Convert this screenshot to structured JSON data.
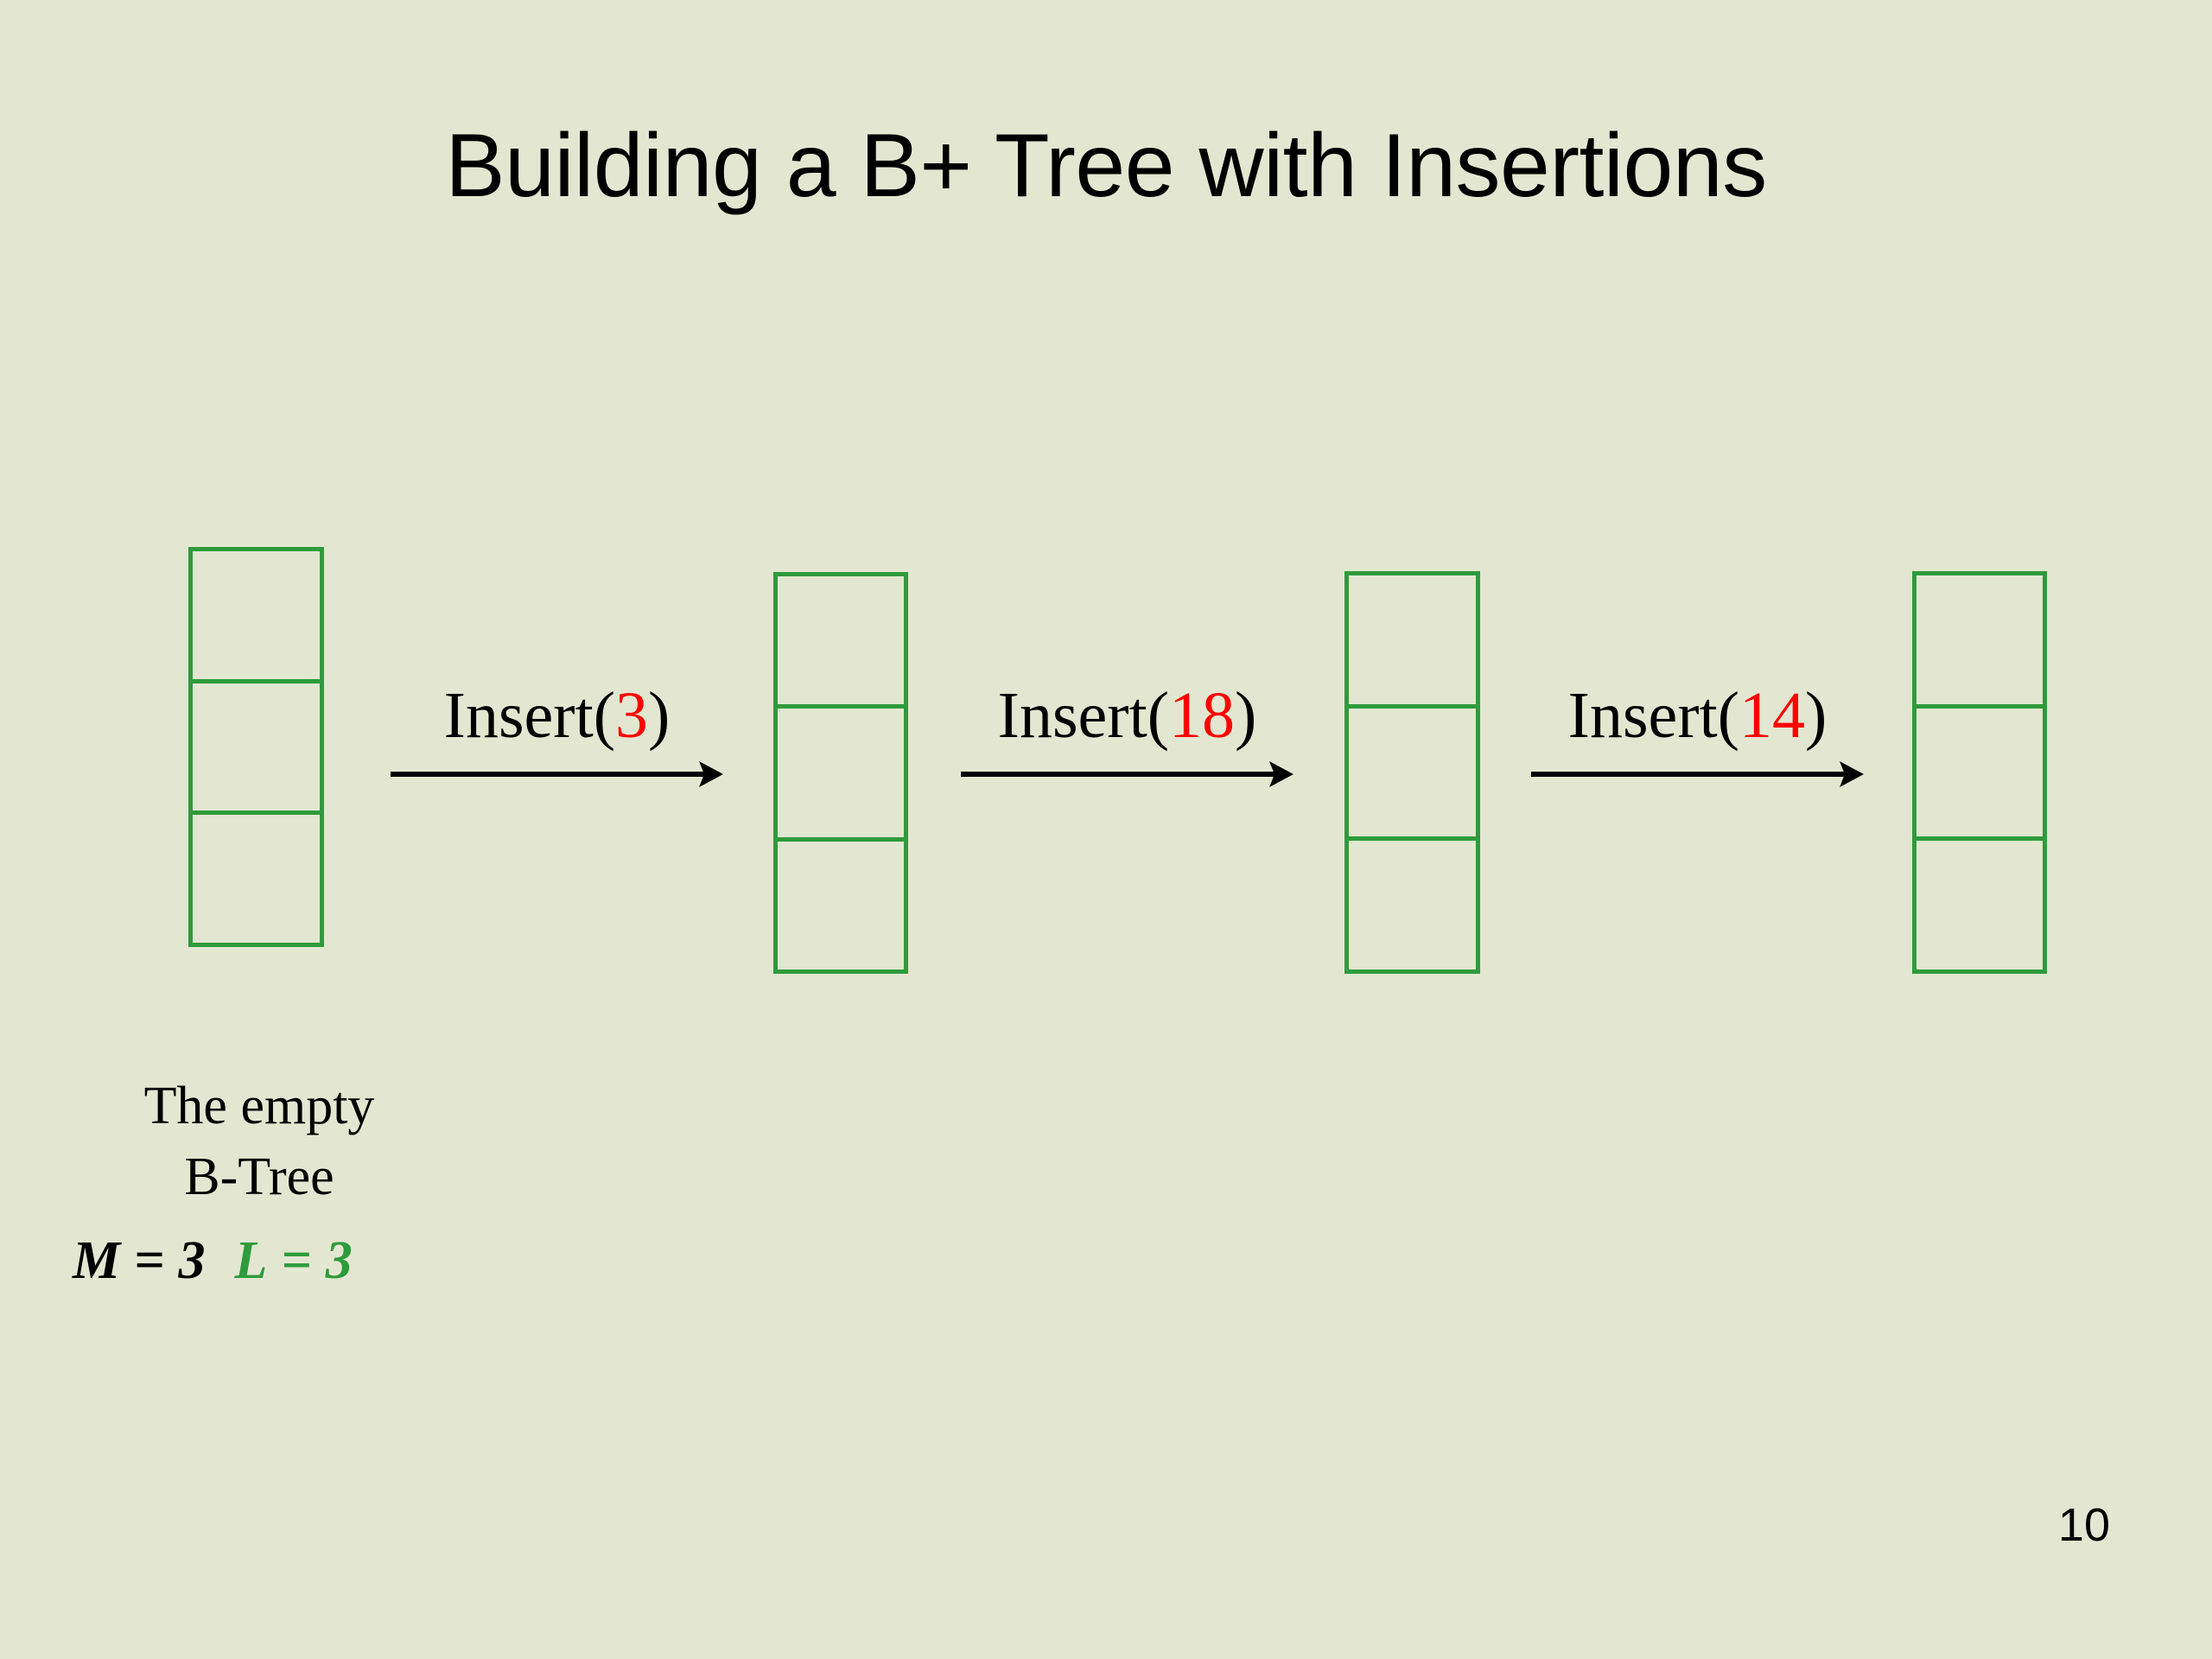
{
  "slide": {
    "title": "Building a B+ Tree with Insertions",
    "page_number": "10",
    "background_color": "#e3e7d1",
    "node_border_color": "#2e9b3c",
    "accent_red": "#ff0000"
  },
  "caption": {
    "line1": "The empty",
    "line2": "B-Tree"
  },
  "params": {
    "m_label": "M",
    "m_equals": "=",
    "m_value": "3",
    "l_label": "L",
    "l_equals": "=",
    "l_value": "3"
  },
  "nodes": [
    {
      "id": "node-0",
      "name": "empty-btree-node",
      "cells": [
        "",
        "",
        ""
      ]
    },
    {
      "id": "node-1",
      "name": "btree-node-after-insert-3",
      "cells": [
        "",
        "",
        ""
      ]
    },
    {
      "id": "node-2",
      "name": "btree-node-after-insert-18",
      "cells": [
        "",
        "",
        ""
      ]
    },
    {
      "id": "node-3",
      "name": "btree-node-after-insert-14",
      "cells": [
        "",
        "",
        ""
      ]
    }
  ],
  "transitions": [
    {
      "id": "trans-0",
      "op": "Insert(",
      "arg": "3",
      "close": ")"
    },
    {
      "id": "trans-1",
      "op": "Insert(",
      "arg": "18",
      "close": ")"
    },
    {
      "id": "trans-2",
      "op": "Insert(",
      "arg": "14",
      "close": ")"
    }
  ]
}
